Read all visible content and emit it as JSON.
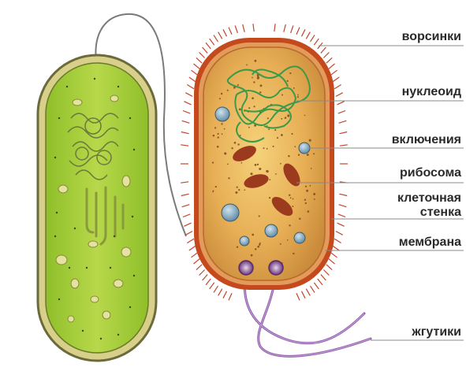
{
  "diagram": {
    "labels": {
      "vorsinki": "ворсинки",
      "nukleoid": "нуклеоид",
      "vklyucheniya": "включения",
      "ribosoma": "рибосома",
      "kletochnaya": "клеточная",
      "stenka": "стенка",
      "membrana": "мембрана",
      "zhgutiki": "жгутики"
    },
    "colors": {
      "left_cell_fill": "#a9cf3a",
      "left_cell_outline": "#6b6a3a",
      "right_cell_fill": "#e6b25e",
      "right_cell_wall": "#c44a1e",
      "nucleoid": "#3a9a4a",
      "ribosome": "#9c3a1e",
      "inclusion": "#6f95ad",
      "flagella": "#8a5aa8",
      "leader_line": "#8a8a8a"
    }
  }
}
